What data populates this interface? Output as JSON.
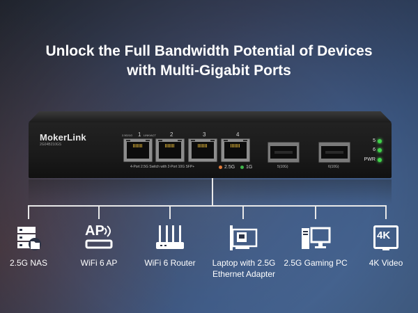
{
  "headline": {
    "line1": "Unlock the Full Bandwidth Potential of Devices",
    "line2": "with Multi-Gigabit Ports"
  },
  "switch": {
    "brand": "MokerLink",
    "model": "2G04B210GS",
    "ports": [
      "1",
      "2",
      "3",
      "4"
    ],
    "port1_small_left": "2.5G/1G",
    "port1_small_right": "LINK/ACT",
    "front_label": "4-Port 2.5G Switch with 2-Port 10G SFP+",
    "legend": [
      {
        "text": "2.5G",
        "color": "#e07a3a"
      },
      {
        "text": "1G",
        "color": "#3fb54a"
      }
    ],
    "sfp_labels": [
      "5(10G)",
      "6(10G)"
    ],
    "status_leds": [
      "5",
      "6",
      "PWR"
    ],
    "led_color": "#3fd34a"
  },
  "devices": [
    {
      "icon": "nas-server-icon",
      "label": "2.5G NAS"
    },
    {
      "icon": "wifi-ap-icon",
      "label": "WiFi 6 AP",
      "icon_text": "AP"
    },
    {
      "icon": "wifi-router-icon",
      "label": "WiFi 6 Router"
    },
    {
      "icon": "ethernet-adapter-icon",
      "label": "Laptop with 2.5G Ethernet Adapter"
    },
    {
      "icon": "gaming-pc-icon",
      "label": "2.5G Gaming PC"
    },
    {
      "icon": "4k-video-icon",
      "label": "4K Video",
      "icon_text": "4K"
    }
  ]
}
